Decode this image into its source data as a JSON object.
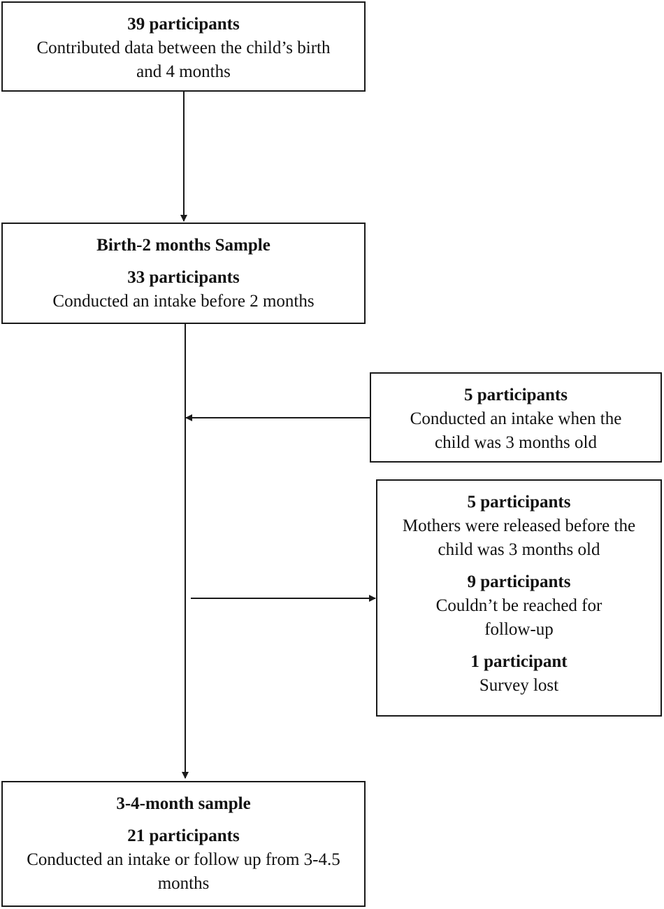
{
  "boxes": {
    "top": {
      "count": "39 participants",
      "text": "Contributed data between the child’s birth and 4 months"
    },
    "birth_sample": {
      "title": "Birth-2 months Sample",
      "count": "33 participants",
      "text": "Conducted an intake before 2 months"
    },
    "added": {
      "count": "5 participants",
      "text": "Conducted an intake when the child was 3 months old"
    },
    "excluded": {
      "items": [
        {
          "count": "5 participants",
          "text": "Mothers were released before the child was 3 months old"
        },
        {
          "count": "9 participants",
          "text": "Couldn’t be reached for follow-up"
        },
        {
          "count": "1 participant",
          "text": "Survey lost"
        }
      ]
    },
    "final_sample": {
      "title": "3-4-month sample",
      "count": "21 participants",
      "text": "Conducted an intake or follow up from 3-4.5 months"
    }
  },
  "colors": {
    "stroke": "#1a1a1a",
    "background": "#ffffff"
  }
}
